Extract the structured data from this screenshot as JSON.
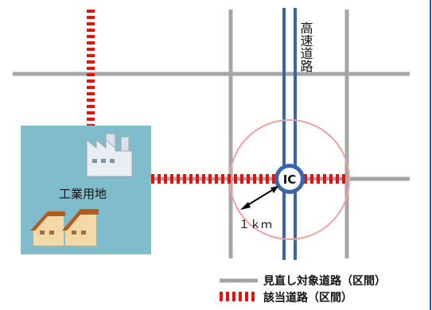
{
  "map": {
    "highway_label": "高速道路",
    "industrial_area_label": "工業用地",
    "interchange_label": "IC",
    "radius_label": "１ｋｍ"
  },
  "legend": {
    "review_roads": "見直し対象道路（区間）",
    "applicable_roads": "該当道路（区間）"
  },
  "colors": {
    "road_gray": "#a6a6a6",
    "highway_blue": "#3b64b0",
    "applicable_red": "#e8120c",
    "industrial_fill": "#7fbccc",
    "circle_outline": "#f0a0a0",
    "frame_blue": "#2f5597"
  },
  "icons": {
    "factory": "factory-icon",
    "houses": "houses-icon",
    "interchange": "ic-badge-icon"
  }
}
